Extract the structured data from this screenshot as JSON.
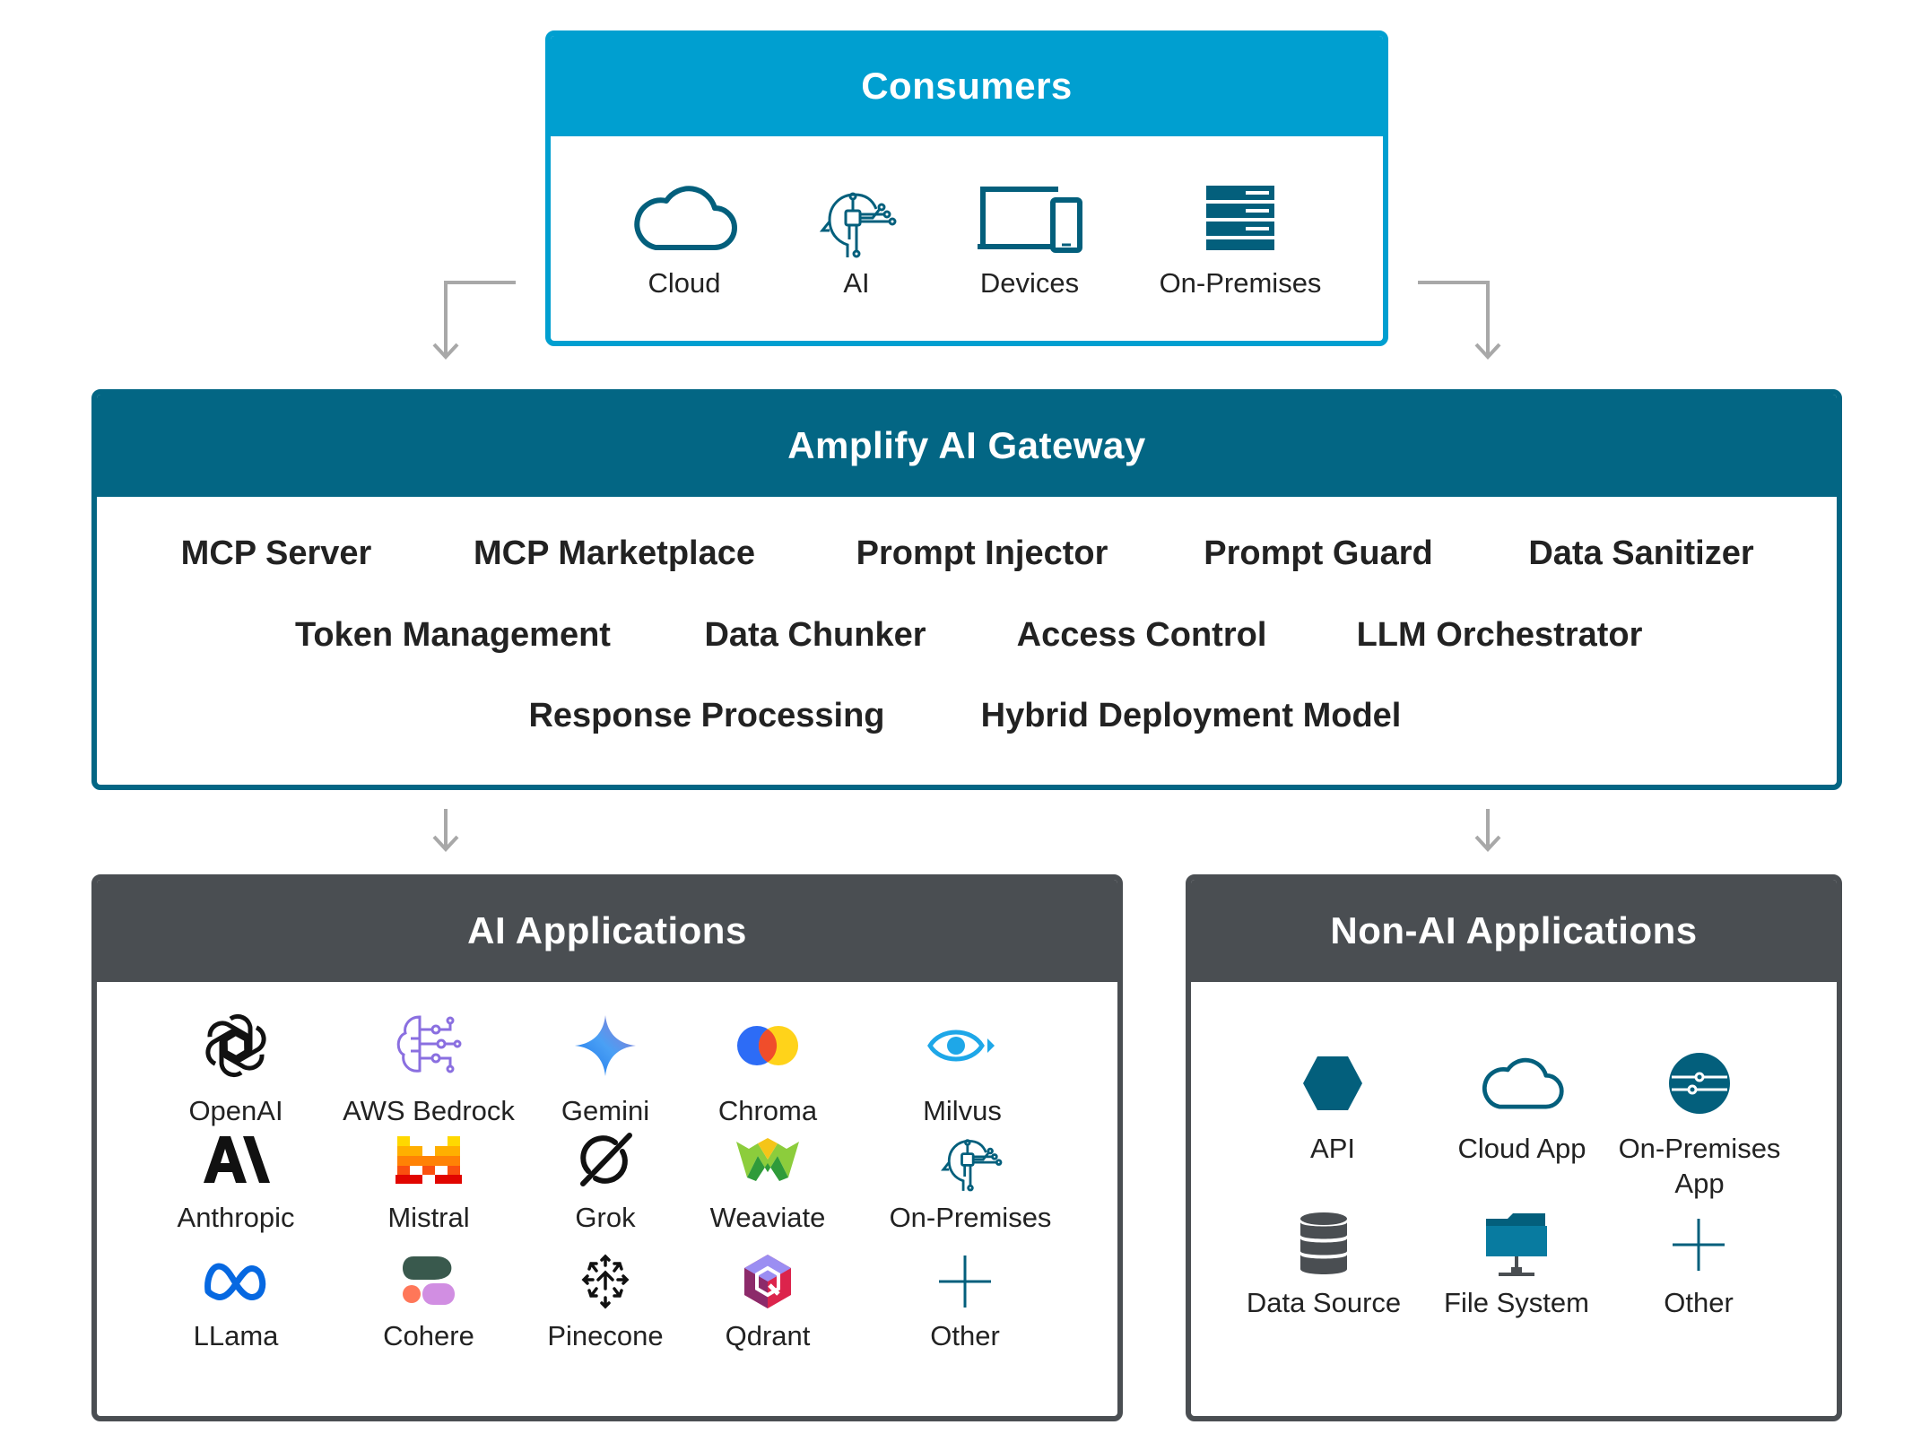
{
  "consumers": {
    "title": "Consumers",
    "items": [
      {
        "label": "Cloud",
        "icon": "cloud-icon"
      },
      {
        "label": "AI",
        "icon": "ai-head-icon"
      },
      {
        "label": "Devices",
        "icon": "devices-icon"
      },
      {
        "label": "On-Premises",
        "icon": "server-rack-icon"
      }
    ]
  },
  "gateway": {
    "title": "Amplify AI Gateway",
    "features": [
      "MCP Server",
      "MCP Marketplace",
      "Prompt Injector",
      "Prompt Guard",
      "Data Sanitizer",
      "Token Management",
      "Data Chunker",
      "Access Control",
      "LLM Orchestrator",
      "Response Processing",
      "Hybrid Deployment Model"
    ]
  },
  "ai_apps": {
    "title": "AI Applications",
    "items": [
      {
        "label": "OpenAI",
        "icon": "openai-icon"
      },
      {
        "label": "AWS Bedrock",
        "icon": "aws-bedrock-icon"
      },
      {
        "label": "Gemini",
        "icon": "gemini-icon"
      },
      {
        "label": "Chroma",
        "icon": "chroma-icon"
      },
      {
        "label": "Milvus",
        "icon": "milvus-icon"
      },
      {
        "label": "Anthropic",
        "icon": "anthropic-icon"
      },
      {
        "label": "Mistral",
        "icon": "mistral-icon"
      },
      {
        "label": "Grok",
        "icon": "grok-icon"
      },
      {
        "label": "Weaviate",
        "icon": "weaviate-icon"
      },
      {
        "label": "On-Premises",
        "icon": "ai-head-icon"
      },
      {
        "label": "LLama",
        "icon": "meta-icon"
      },
      {
        "label": "Cohere",
        "icon": "cohere-icon"
      },
      {
        "label": "Pinecone",
        "icon": "pinecone-icon"
      },
      {
        "label": "Qdrant",
        "icon": "qdrant-icon"
      },
      {
        "label": "Other",
        "icon": "plus-icon"
      }
    ]
  },
  "non_ai_apps": {
    "title": "Non-AI Applications",
    "items": [
      {
        "label": "API",
        "icon": "hexagon-icon"
      },
      {
        "label": "Cloud App",
        "icon": "cloud-icon"
      },
      {
        "label": "On-Premises App",
        "line1": "On-Premises",
        "line2": "App",
        "icon": "on-premises-app-icon"
      },
      {
        "label": "Data Source",
        "icon": "database-icon"
      },
      {
        "label": "File System",
        "icon": "folder-network-icon"
      },
      {
        "label": "Other",
        "icon": "plus-icon"
      }
    ]
  },
  "colors": {
    "consumers": "#009fd0",
    "gateway": "#036684",
    "applications": "#4a4e52",
    "connector": "#a8a8a8"
  }
}
